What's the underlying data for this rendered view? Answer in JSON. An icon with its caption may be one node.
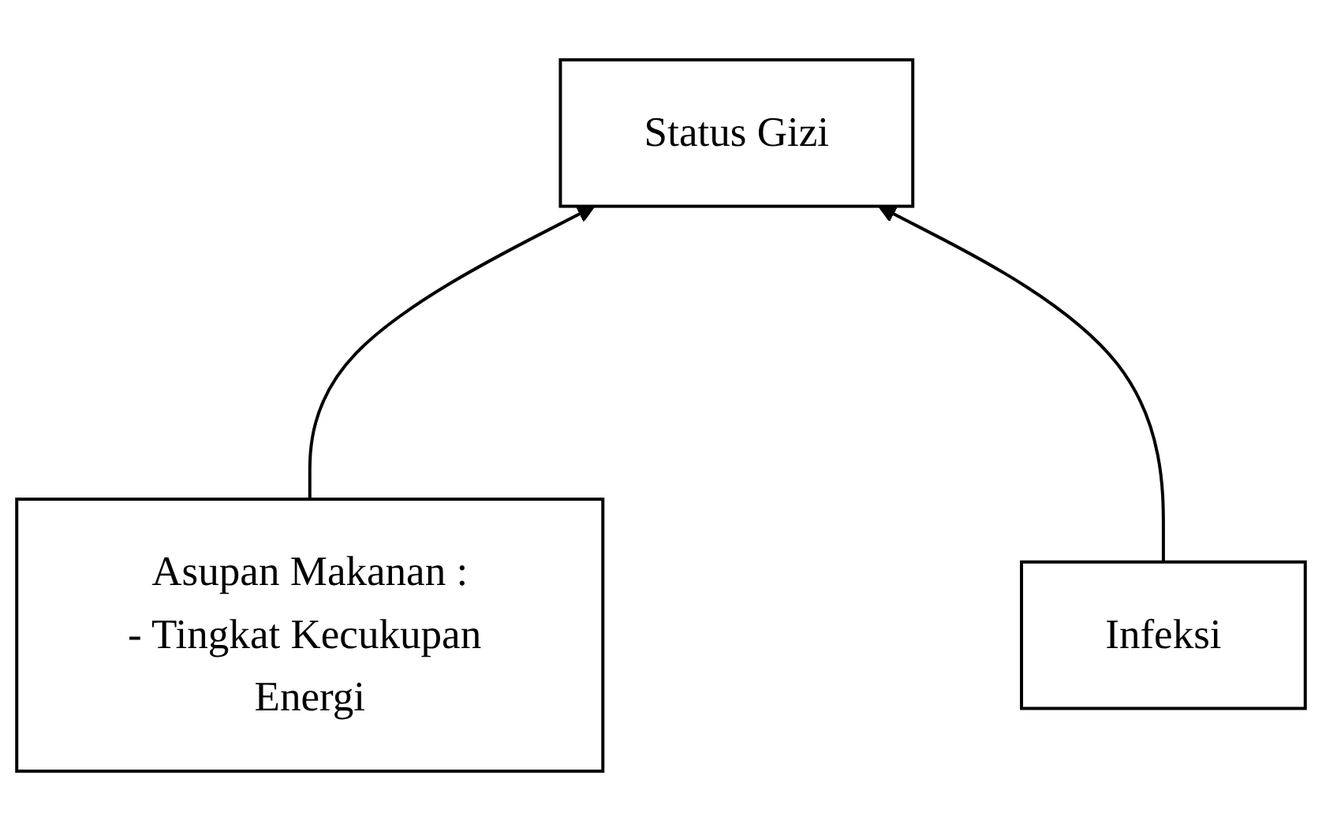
{
  "diagram": {
    "nodes": [
      {
        "text": [
          "Status Gizi"
        ]
      },
      {
        "text": [
          "Asupan Makanan :",
          "- Tingkat Kecukupan Energi"
        ]
      },
      {
        "text": [
          "Infeksi"
        ]
      }
    ],
    "edges": [
      {
        "from": 1,
        "to": 0,
        "arrow": "to"
      },
      {
        "from": 2,
        "to": 0,
        "arrow": "to"
      }
    ]
  }
}
